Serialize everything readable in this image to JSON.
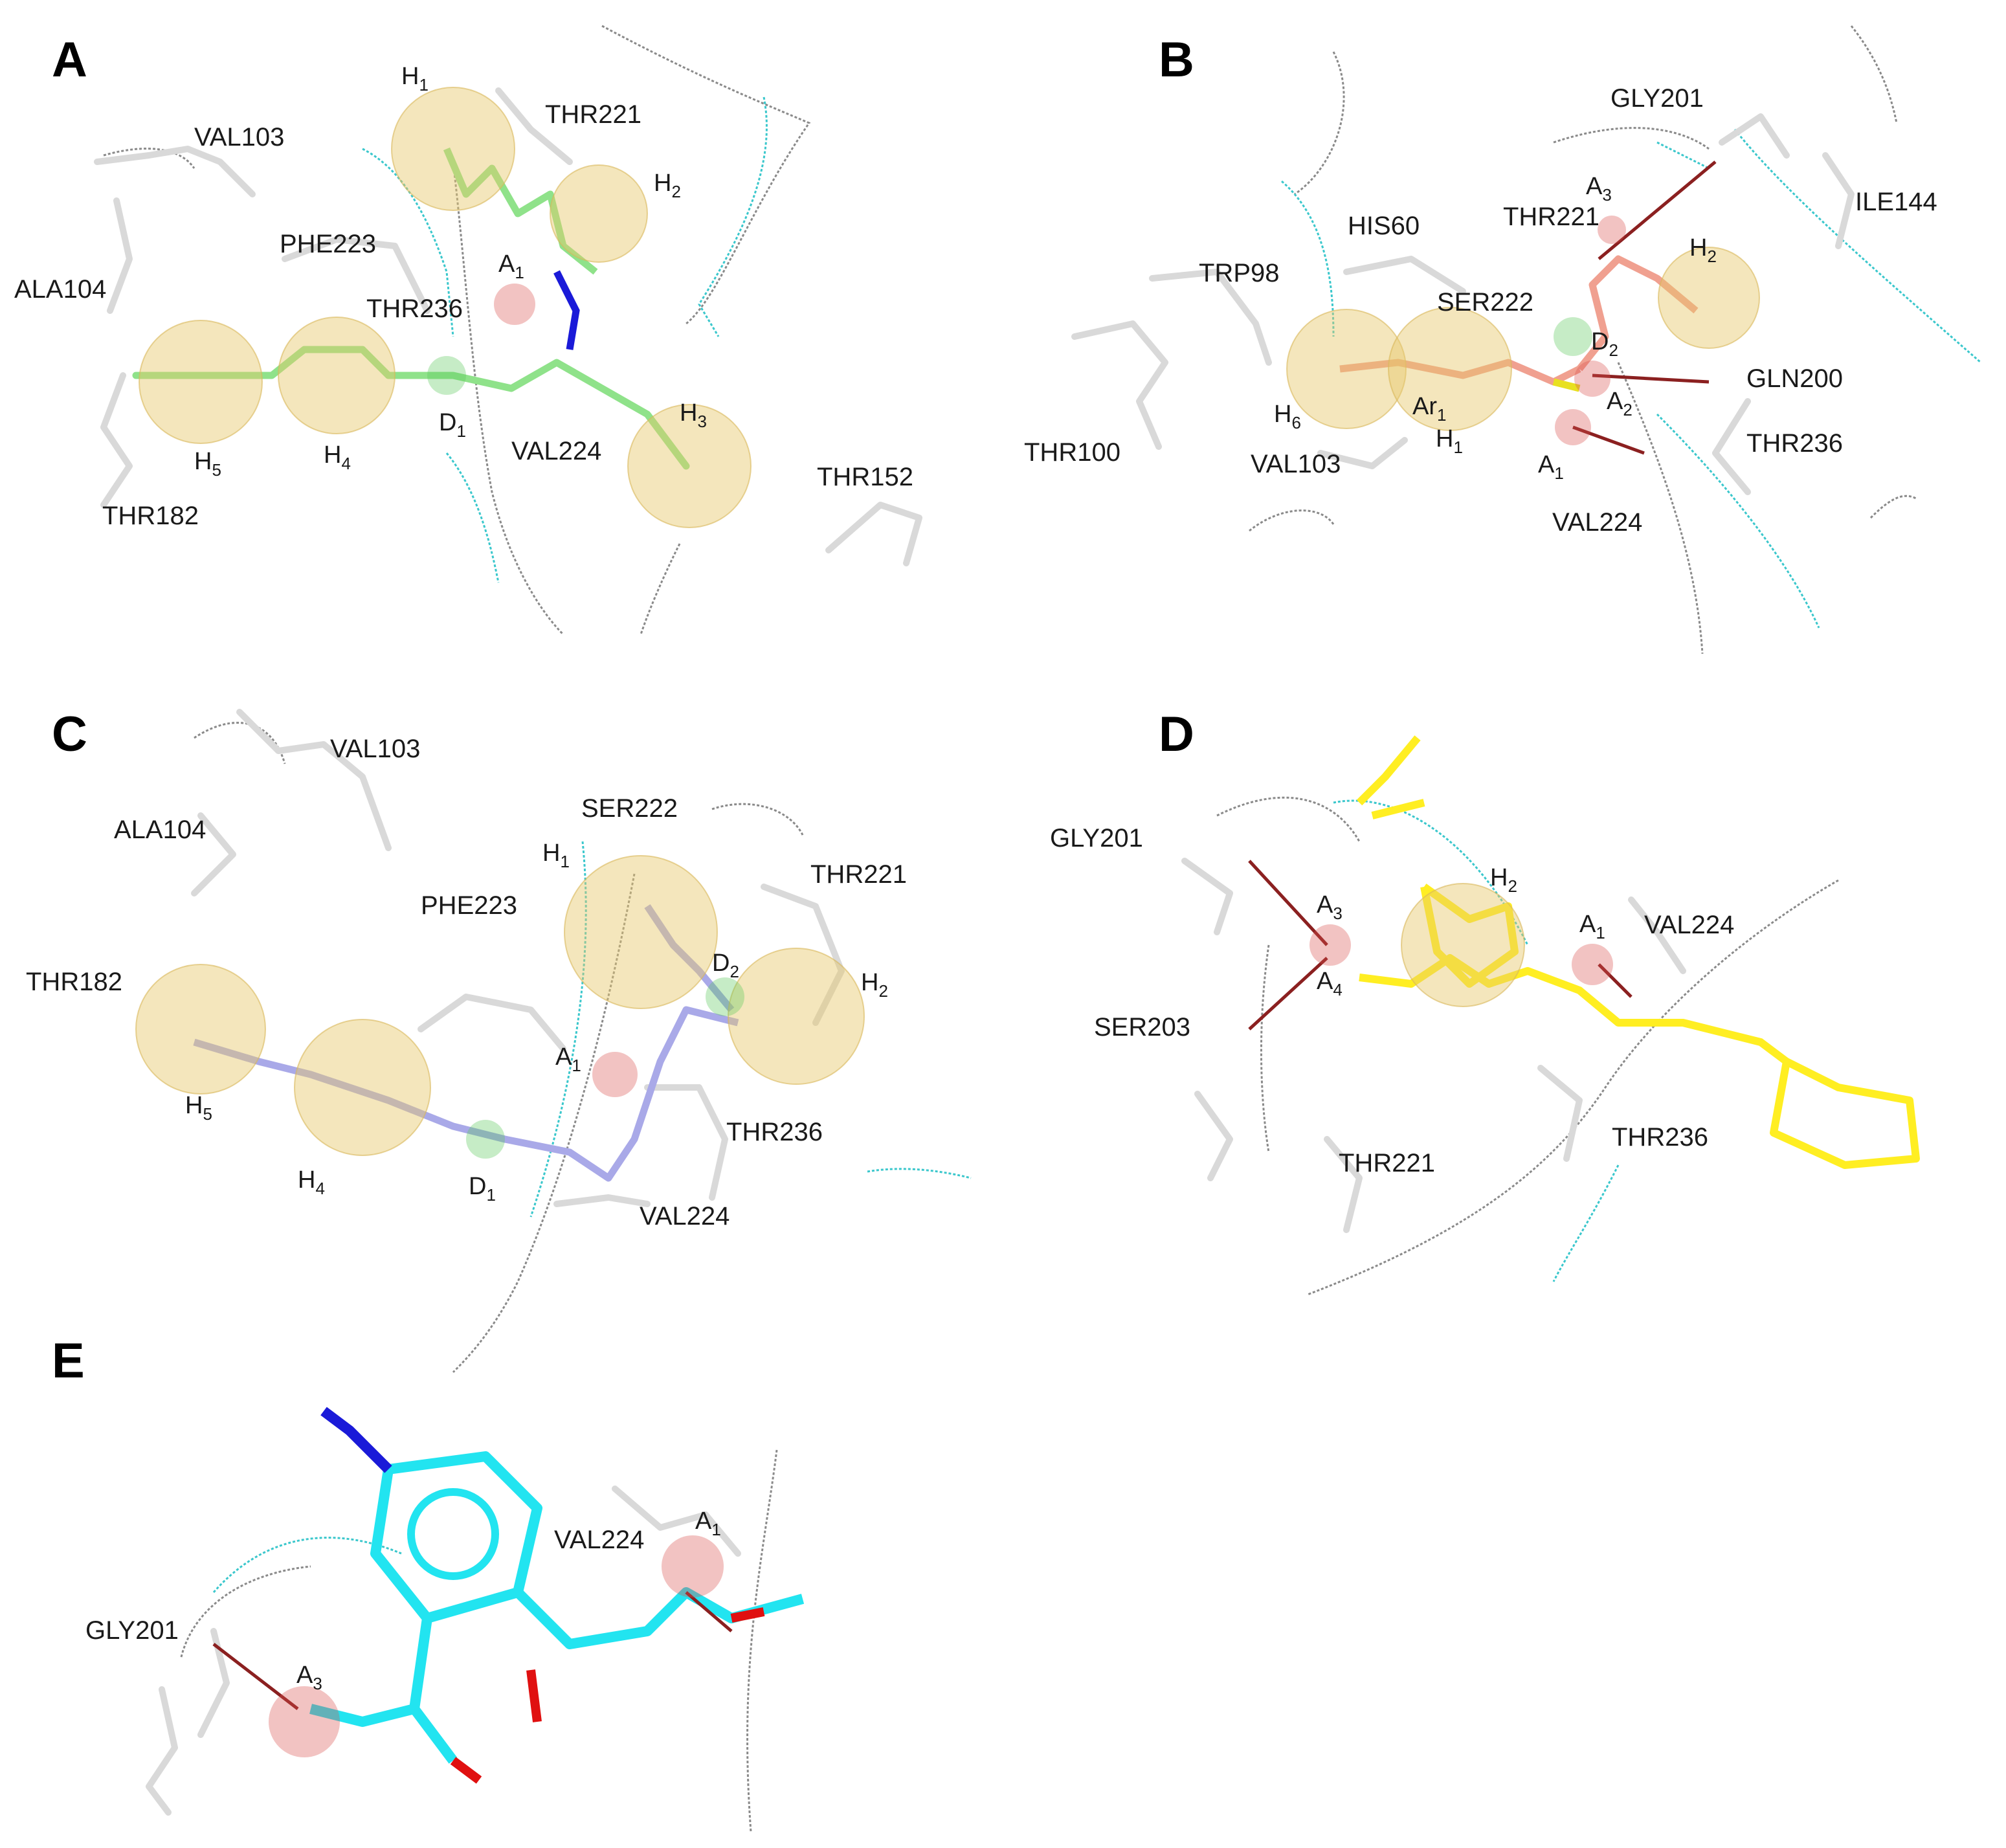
{
  "panels": {
    "A": {
      "label": "A",
      "residues": [
        "VAL103",
        "ALA104",
        "PHE223",
        "THR221",
        "THR236",
        "VAL224",
        "THR182",
        "THR152"
      ],
      "features": [
        {
          "base": "H",
          "sub": "1"
        },
        {
          "base": "H",
          "sub": "2"
        },
        {
          "base": "A",
          "sub": "1"
        },
        {
          "base": "D",
          "sub": "1"
        },
        {
          "base": "H",
          "sub": "3"
        },
        {
          "base": "H",
          "sub": "4"
        },
        {
          "base": "H",
          "sub": "5"
        }
      ],
      "ligand_color": "#8fe28a"
    },
    "B": {
      "label": "B",
      "residues": [
        "GLY201",
        "ILE144",
        "HIS60",
        "THR221",
        "TRP98",
        "SER222",
        "GLN200",
        "THR100",
        "VAL103",
        "THR236",
        "VAL224"
      ],
      "features": [
        {
          "base": "A",
          "sub": "3"
        },
        {
          "base": "H",
          "sub": "2"
        },
        {
          "base": "D",
          "sub": "2"
        },
        {
          "base": "A",
          "sub": "2"
        },
        {
          "base": "H",
          "sub": "6"
        },
        {
          "base": "Ar",
          "sub": "1"
        },
        {
          "base": "H",
          "sub": "1"
        },
        {
          "base": "A",
          "sub": "1"
        }
      ],
      "ligand_color": "#f0a090"
    },
    "C": {
      "label": "C",
      "residues": [
        "VAL103",
        "ALA104",
        "SER222",
        "THR221",
        "PHE223",
        "THR182",
        "THR236",
        "VAL224"
      ],
      "features": [
        {
          "base": "H",
          "sub": "1"
        },
        {
          "base": "D",
          "sub": "2"
        },
        {
          "base": "H",
          "sub": "2"
        },
        {
          "base": "A",
          "sub": "1"
        },
        {
          "base": "H",
          "sub": "5"
        },
        {
          "base": "H",
          "sub": "4"
        },
        {
          "base": "D",
          "sub": "1"
        }
      ],
      "ligand_color": "#a9a9e8"
    },
    "D": {
      "label": "D",
      "residues": [
        "GLY201",
        "VAL224",
        "SER203",
        "THR221",
        "THR236"
      ],
      "features": [
        {
          "base": "H",
          "sub": "2"
        },
        {
          "base": "A",
          "sub": "1"
        },
        {
          "base": "A",
          "sub": "3"
        },
        {
          "base": "A",
          "sub": "4"
        }
      ],
      "ligand_color": "#ffee22"
    },
    "E": {
      "label": "E",
      "residues": [
        "VAL224",
        "GLY201"
      ],
      "features": [
        {
          "base": "A",
          "sub": "1"
        },
        {
          "base": "A",
          "sub": "3"
        }
      ],
      "ligand_color": "#22e4f0"
    }
  },
  "colors": {
    "hydrophobic_sphere": "#e7c86a",
    "acceptor_sphere": "#d9534f",
    "donor_sphere": "#5cc85c",
    "backbone_mesh": "#8a8a8a",
    "pocket_mesh": "#3ac7cc",
    "nitrogen": "#1a1ad8",
    "oxygen": "#e01010"
  }
}
